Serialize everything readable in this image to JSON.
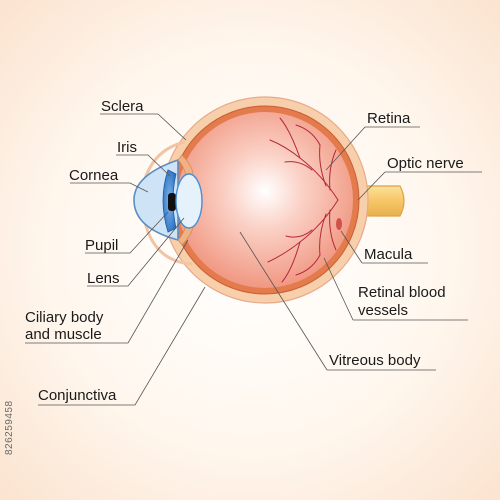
{
  "labels": {
    "sclera": "Sclera",
    "iris": "Iris",
    "cornea": "Cornea",
    "pupil": "Pupil",
    "lens": "Lens",
    "ciliary_1": "Ciliary body",
    "ciliary_2": "and muscle",
    "conjunctiva": "Conjunctiva",
    "retina": "Retina",
    "optic_nerve": "Optic nerve",
    "macula": "Macula",
    "retinal_vessels_1": "Retinal blood",
    "retinal_vessels_2": "vessels",
    "vitreous": "Vitreous body"
  },
  "watermark": "826259458",
  "colors": {
    "sclera": "#f6c9a4",
    "choroid": "#e88a55",
    "eyeball_inner": "#f3a08a",
    "vitreous_center": "#ffffff",
    "optic_nerve": "#f7d27a",
    "iris": "#3b86d6",
    "lens": "#cfe7f7",
    "blood_vessel": "#b5283a",
    "leader_line": "#555555"
  }
}
